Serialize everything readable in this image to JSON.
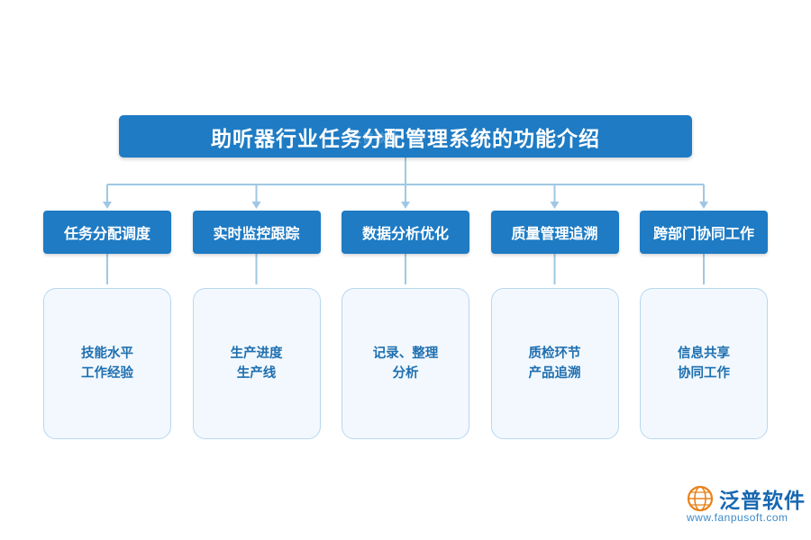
{
  "title": {
    "text": "助听器行业任务分配管理系统的功能介绍"
  },
  "watermark": {
    "text": "泛普软件"
  },
  "columns": [
    {
      "head": "任务分配调度",
      "body_lines": [
        "技能水平",
        "工作经验"
      ]
    },
    {
      "head": "实时监控跟踪",
      "body_lines": [
        "生产进度",
        "生产线"
      ]
    },
    {
      "head": "数据分析优化",
      "body_lines": [
        "记录、整理",
        "分析"
      ]
    },
    {
      "head": "质量管理追溯",
      "body_lines": [
        "质检环节",
        "产品追溯"
      ]
    },
    {
      "head": "跨部门协同工作",
      "body_lines": [
        "信息共享",
        "协同工作"
      ]
    }
  ],
  "logo": {
    "name": "泛普软件",
    "url": "www.fanpusoft.com"
  },
  "colors": {
    "primary": "#1e7bc4",
    "body_fill": "#f2f8fd",
    "body_border": "#b8d8ef",
    "body_text": "#1e6fb0",
    "connector": "#9fc7e4"
  }
}
